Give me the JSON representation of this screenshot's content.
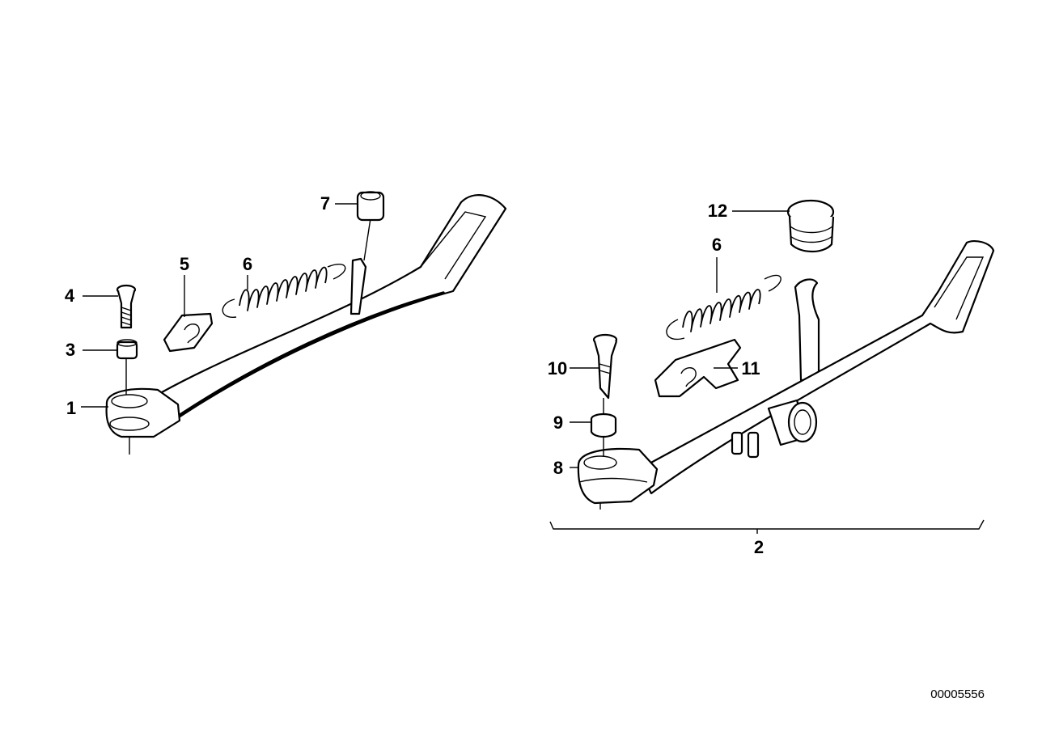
{
  "callouts": {
    "c1": "1",
    "c2": "2",
    "c3": "3",
    "c4": "4",
    "c5": "5",
    "c6a": "6",
    "c6b": "6",
    "c7": "7",
    "c8": "8",
    "c9": "9",
    "c10": "10",
    "c11": "11",
    "c12": "12"
  },
  "reference_number": "00005556"
}
